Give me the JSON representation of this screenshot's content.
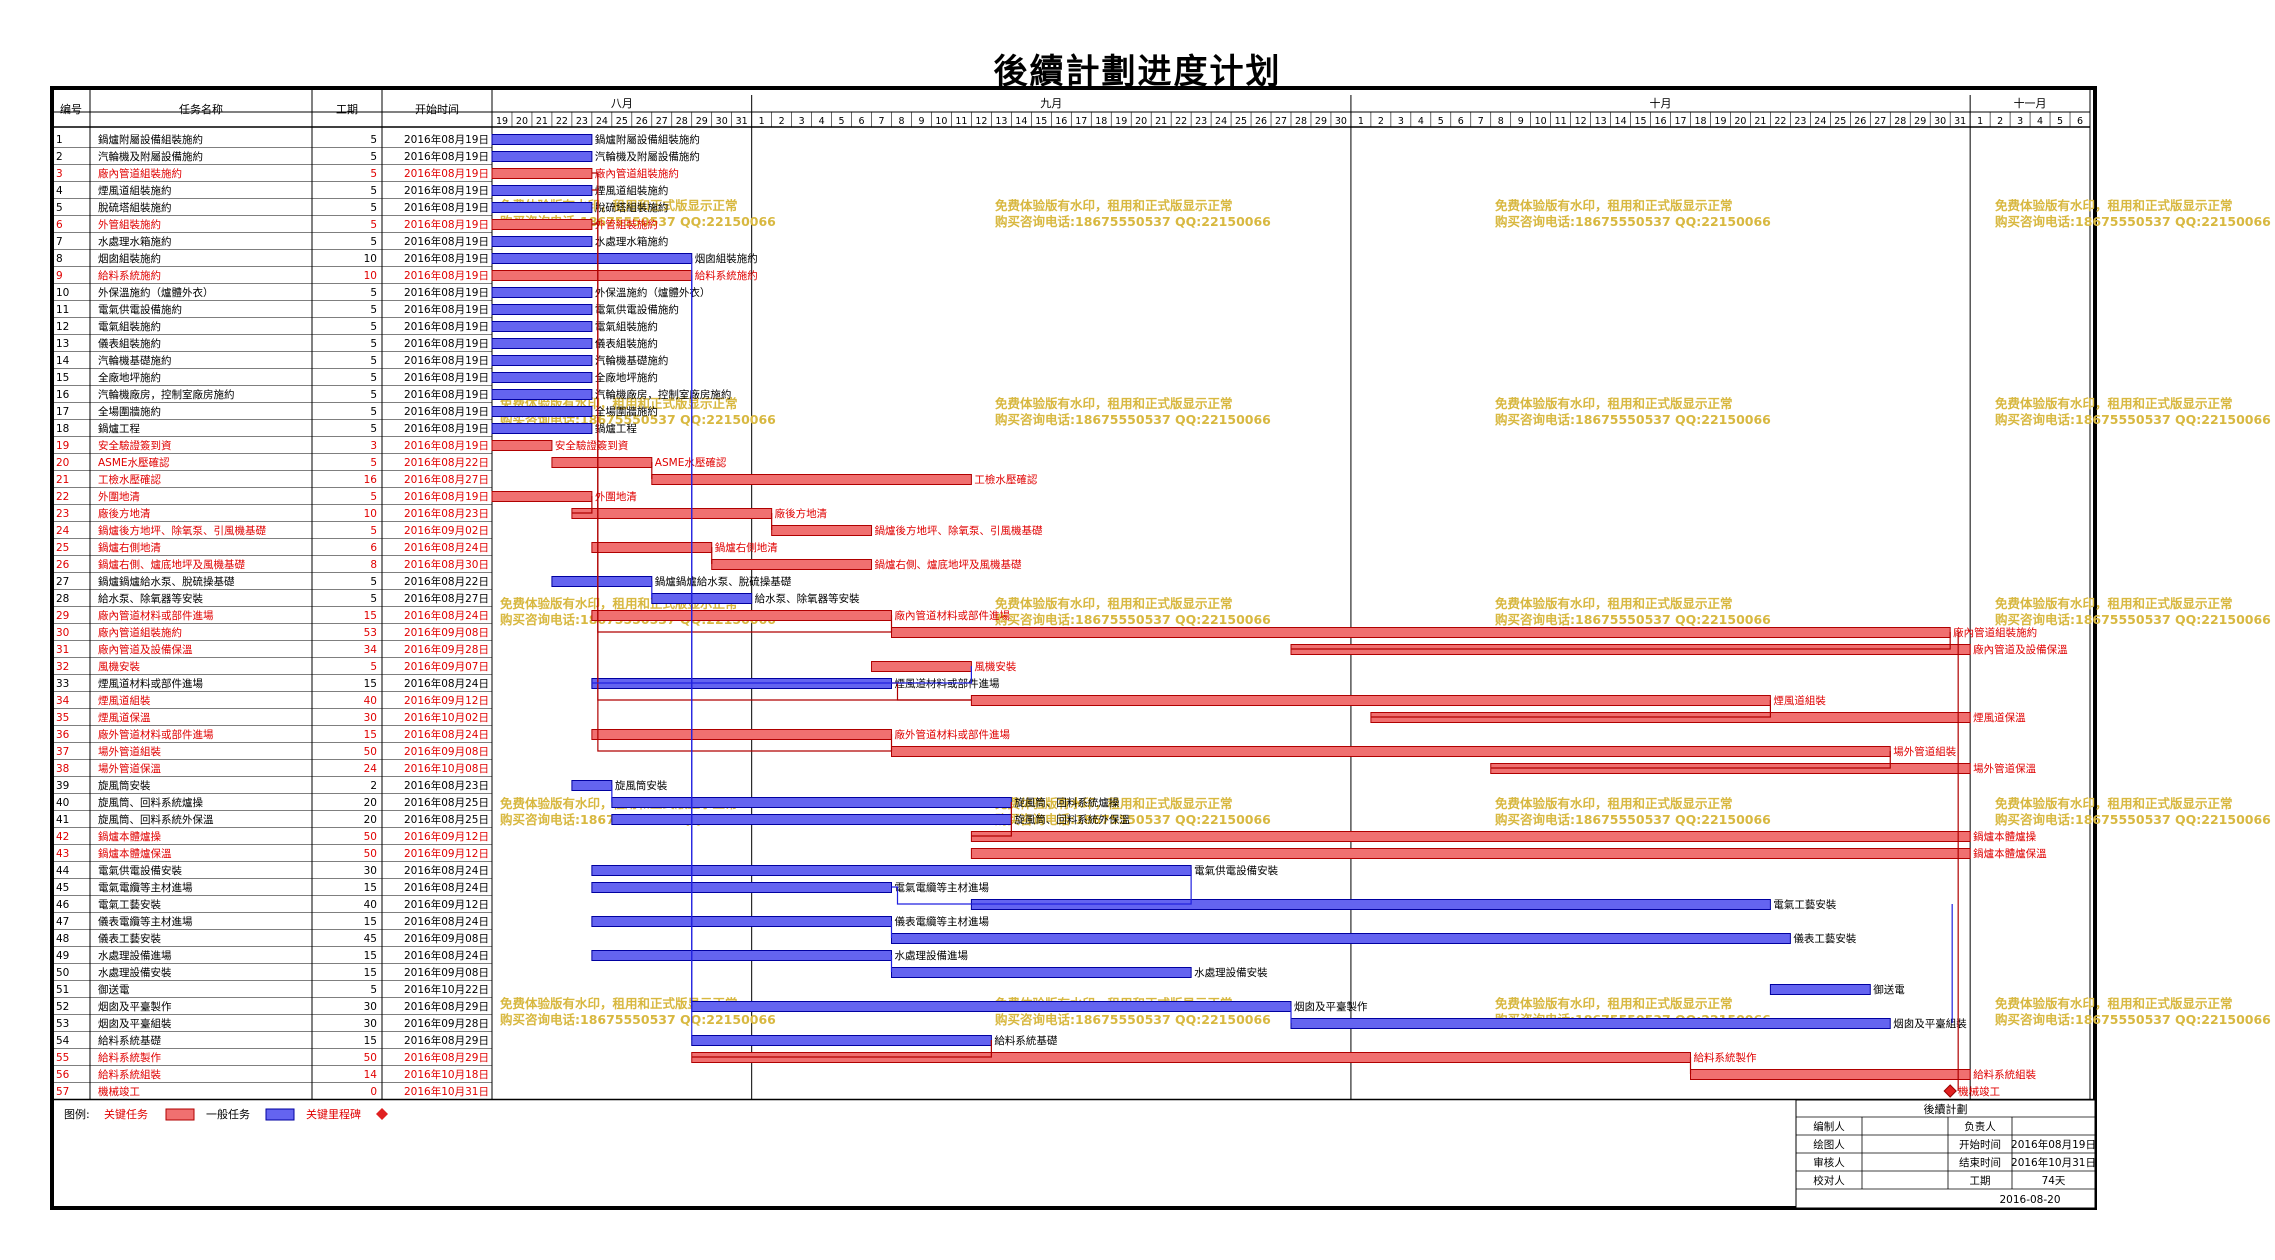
{
  "title": "後續計劃进度计划",
  "chart_data": {
    "type": "gantt",
    "columns": [
      "编号",
      "任务名称",
      "工期",
      "开始时间"
    ],
    "months": [
      {
        "label": "八月",
        "days": [
          19,
          20,
          21,
          22,
          23,
          24,
          25,
          26,
          27,
          28,
          29,
          30,
          31
        ]
      },
      {
        "label": "九月",
        "days": [
          1,
          2,
          3,
          4,
          5,
          6,
          7,
          8,
          9,
          10,
          11,
          12,
          13,
          14,
          15,
          16,
          17,
          18,
          19,
          20,
          21,
          22,
          23,
          24,
          25,
          26,
          27,
          28,
          29,
          30
        ]
      },
      {
        "label": "十月",
        "days": [
          1,
          2,
          3,
          4,
          5,
          6,
          7,
          8,
          9,
          10,
          11,
          12,
          13,
          14,
          15,
          16,
          17,
          18,
          19,
          20,
          21,
          22,
          23,
          24,
          25,
          26,
          27,
          28,
          29,
          30,
          31
        ]
      },
      {
        "label": "十一月",
        "days": [
          1,
          2,
          3,
          4,
          5,
          6
        ]
      }
    ],
    "tasks": [
      {
        "id": "1",
        "name": "鍋爐附屬設備組裝施約",
        "duration": 5,
        "start": "2016年08月19日",
        "critical": false
      },
      {
        "id": "2",
        "name": "汽輪機及附屬設備施約",
        "duration": 5,
        "start": "2016年08月19日",
        "critical": false
      },
      {
        "id": "3",
        "name": "廠內管道組裝施約",
        "duration": 5,
        "start": "2016年08月19日",
        "critical": true
      },
      {
        "id": "4",
        "name": "煙風道組裝施約",
        "duration": 5,
        "start": "2016年08月19日",
        "critical": false
      },
      {
        "id": "5",
        "name": "脫硫塔組裝施約",
        "duration": 5,
        "start": "2016年08月19日",
        "critical": false
      },
      {
        "id": "6",
        "name": "外管組裝施約",
        "duration": 5,
        "start": "2016年08月19日",
        "critical": true
      },
      {
        "id": "7",
        "name": "水處理水箱施約",
        "duration": 5,
        "start": "2016年08月19日",
        "critical": false
      },
      {
        "id": "8",
        "name": "烟囱組裝施約",
        "duration": 10,
        "start": "2016年08月19日",
        "critical": false
      },
      {
        "id": "9",
        "name": "給料系統施約",
        "duration": 10,
        "start": "2016年08月19日",
        "critical": true
      },
      {
        "id": "10",
        "name": "外保溫施約（爐體外衣）",
        "duration": 5,
        "start": "2016年08月19日",
        "critical": false
      },
      {
        "id": "11",
        "name": "電氣供電設備施約",
        "duration": 5,
        "start": "2016年08月19日",
        "critical": false
      },
      {
        "id": "12",
        "name": "電氣組裝施約",
        "duration": 5,
        "start": "2016年08月19日",
        "critical": false
      },
      {
        "id": "13",
        "name": "儀表組裝施約",
        "duration": 5,
        "start": "2016年08月19日",
        "critical": false
      },
      {
        "id": "14",
        "name": "汽輪機基礎施約",
        "duration": 5,
        "start": "2016年08月19日",
        "critical": false
      },
      {
        "id": "15",
        "name": "全廠地坪施約",
        "duration": 5,
        "start": "2016年08月19日",
        "critical": false
      },
      {
        "id": "16",
        "name": "汽輪機廠房，控制室廠房施約",
        "duration": 5,
        "start": "2016年08月19日",
        "critical": false
      },
      {
        "id": "17",
        "name": "全場圍牆施約",
        "duration": 5,
        "start": "2016年08月19日",
        "critical": false
      },
      {
        "id": "18",
        "name": "鍋爐工程",
        "duration": 5,
        "start": "2016年08月19日",
        "critical": false
      },
      {
        "id": "19",
        "name": "安全驗證簽到資",
        "duration": 3,
        "start": "2016年08月19日",
        "critical": true
      },
      {
        "id": "20",
        "name": "ASME水壓確認",
        "duration": 5,
        "start": "2016年08月22日",
        "critical": true
      },
      {
        "id": "21",
        "name": "工檢水壓確認",
        "duration": 16,
        "start": "2016年08月27日",
        "critical": true
      },
      {
        "id": "22",
        "name": "外圍地清",
        "duration": 5,
        "start": "2016年08月19日",
        "critical": true
      },
      {
        "id": "23",
        "name": "廠後方地清",
        "duration": 10,
        "start": "2016年08月23日",
        "critical": true
      },
      {
        "id": "24",
        "name": "鍋爐後方地坪、除氧泵、引風機基礎",
        "duration": 5,
        "start": "2016年09月02日",
        "critical": true
      },
      {
        "id": "25",
        "name": "鍋爐右側地清",
        "duration": 6,
        "start": "2016年08月24日",
        "critical": true
      },
      {
        "id": "26",
        "name": "鍋爐右側、爐底地坪及風機基礎",
        "duration": 8,
        "start": "2016年08月30日",
        "critical": true
      },
      {
        "id": "27",
        "name": "鍋爐鍋爐給水泵、脫硫操基礎",
        "duration": 5,
        "start": "2016年08月22日",
        "critical": false
      },
      {
        "id": "28",
        "name": "給水泵、除氧器等安裝",
        "duration": 5,
        "start": "2016年08月27日",
        "critical": false
      },
      {
        "id": "29",
        "name": "廠內管道材料或部件進場",
        "duration": 15,
        "start": "2016年08月24日",
        "critical": true
      },
      {
        "id": "30",
        "name": "廠內管道組裝施約",
        "duration": 53,
        "start": "2016年09月08日",
        "critical": true
      },
      {
        "id": "31",
        "name": "廠內管道及設備保溫",
        "duration": 34,
        "start": "2016年09月28日",
        "critical": true
      },
      {
        "id": "32",
        "name": "風機安裝",
        "duration": 5,
        "start": "2016年09月07日",
        "critical": true
      },
      {
        "id": "33",
        "name": "煙風道材料或部件進場",
        "duration": 15,
        "start": "2016年08月24日",
        "critical": false
      },
      {
        "id": "34",
        "name": "煙風道組裝",
        "duration": 40,
        "start": "2016年09月12日",
        "critical": true
      },
      {
        "id": "35",
        "name": "煙風道保溫",
        "duration": 30,
        "start": "2016年10月02日",
        "critical": true
      },
      {
        "id": "36",
        "name": "廠外管道材料或部件進場",
        "duration": 15,
        "start": "2016年08月24日",
        "critical": true
      },
      {
        "id": "37",
        "name": "場外管道組裝",
        "duration": 50,
        "start": "2016年09月08日",
        "critical": true
      },
      {
        "id": "38",
        "name": "場外管道保溫",
        "duration": 24,
        "start": "2016年10月08日",
        "critical": true
      },
      {
        "id": "39",
        "name": "旋風筒安裝",
        "duration": 2,
        "start": "2016年08月23日",
        "critical": false
      },
      {
        "id": "40",
        "name": "旋風筒、回料系統爐操",
        "duration": 20,
        "start": "2016年08月25日",
        "critical": false
      },
      {
        "id": "41",
        "name": "旋風筒、回料系統外保溫",
        "duration": 20,
        "start": "2016年08月25日",
        "critical": false
      },
      {
        "id": "42",
        "name": "鍋爐本體爐操",
        "duration": 50,
        "start": "2016年09月12日",
        "critical": true
      },
      {
        "id": "43",
        "name": "鍋爐本體爐保溫",
        "duration": 50,
        "start": "2016年09月12日",
        "critical": true
      },
      {
        "id": "44",
        "name": "電氣供電設備安裝",
        "duration": 30,
        "start": "2016年08月24日",
        "critical": false
      },
      {
        "id": "45",
        "name": "電氣電纜等主材進場",
        "duration": 15,
        "start": "2016年08月24日",
        "critical": false
      },
      {
        "id": "46",
        "name": "電氣工藝安裝",
        "duration": 40,
        "start": "2016年09月12日",
        "critical": false
      },
      {
        "id": "47",
        "name": "儀表電纜等主材進場",
        "duration": 15,
        "start": "2016年08月24日",
        "critical": false
      },
      {
        "id": "48",
        "name": "儀表工藝安裝",
        "duration": 45,
        "start": "2016年09月08日",
        "critical": false
      },
      {
        "id": "49",
        "name": "水處理設備進場",
        "duration": 15,
        "start": "2016年08月24日",
        "critical": false
      },
      {
        "id": "50",
        "name": "水處理設備安裝",
        "duration": 15,
        "start": "2016年09月08日",
        "critical": false
      },
      {
        "id": "51",
        "name": "御送電",
        "duration": 5,
        "start": "2016年10月22日",
        "critical": false
      },
      {
        "id": "52",
        "name": "烟囱及平臺製作",
        "duration": 30,
        "start": "2016年08月29日",
        "critical": false
      },
      {
        "id": "53",
        "name": "烟囱及平臺組裝",
        "duration": 30,
        "start": "2016年09月28日",
        "critical": false
      },
      {
        "id": "54",
        "name": "給料系統基礎",
        "duration": 15,
        "start": "2016年08月29日",
        "critical": false
      },
      {
        "id": "55",
        "name": "給料系統製作",
        "duration": 50,
        "start": "2016年08月29日",
        "critical": true
      },
      {
        "id": "56",
        "name": "給料系統組裝",
        "duration": 14,
        "start": "2016年10月18日",
        "critical": true
      },
      {
        "id": "57",
        "name": "機械竣工",
        "duration": 0,
        "start": "2016年10月31日",
        "critical": true
      }
    ],
    "bar_labels": [
      "鍋爐附屬設備組裝施約",
      "汽輪機及附屬設備施約",
      "廠內管道組裝施約",
      "煙風道組裝施約",
      "脫硫塔組裝施約",
      "外管組裝施約",
      "水處理水箱施約",
      "烟囱組裝施約",
      "給料系統施約",
      "外保溫施約（爐體外衣）",
      "電氣供電設備施約",
      "電氣組裝施約",
      "儀表組裝施約",
      "汽輪機基礎施約",
      "全廠地坪施約",
      "汽輪機廠房，控制室廠房施約",
      "全場圍牆施約",
      "鍋爐工程",
      "安全驗證簽到資",
      "ASME水壓確認",
      "工檢水壓確認",
      "外圍地清",
      "廠後方地清",
      "鍋爐後方地坪、除氧泵、引風機基礎",
      "鍋爐右側地清",
      "鍋爐右側、爐底地坪及風機基礎",
      "鍋爐鍋爐給水泵、脫硫操基礎",
      "給水泵、除氧器等安裝",
      "廠內管道材料或部件進場",
      "廠內管道組裝施約",
      "廠內管道及設備保溫",
      "風機安裝",
      "煙風道材料或部件進場",
      "煙風道組裝",
      "煙風道保溫",
      "廠外管道材料或部件進場",
      "場外管道組裝",
      "場外管道保溫",
      "旋風筒安裝",
      "旋風筒、回料系統爐操",
      "旋風筒、回料系統外保溫",
      "鍋爐本體爐操",
      "鍋爐本體爐保溫",
      "電氣供電設備安裝",
      "電氣電纜等主材進場",
      "電氣工藝安裝",
      "儀表電纜等主材進場",
      "儀表工藝安裝",
      "水處理設備進場",
      "水處理設備安裝",
      "御送電",
      "烟囱及平臺製作",
      "烟囱及平臺組裝",
      "給料系統基礎",
      "給料系統製作",
      "給料系統組裝",
      "機械竣工"
    ],
    "legend": {
      "label": "图例:",
      "items": [
        {
          "text": "关键任务",
          "color": "#f07070"
        },
        {
          "text": "一般任务",
          "color": "#6464f0"
        },
        {
          "text": "关键里程碑",
          "color": "#e02020"
        }
      ]
    },
    "watermark": {
      "line1": "免费体验版有水印，租用和正式版显示正常",
      "line2": "购买咨询电话:18675550537 QQ:22150066"
    },
    "info_block": {
      "title": "後續計劃",
      "rows": [
        [
          "编制人",
          "",
          "负责人",
          ""
        ],
        [
          "绘图人",
          "",
          "开始时间",
          "2016年08月19日"
        ],
        [
          "审核人",
          "",
          "结束时间",
          "2016年10月31日"
        ],
        [
          "校对人",
          "",
          "工期",
          "74天"
        ]
      ],
      "date": "2016-08-20"
    },
    "colors": {
      "critical_fill": "#f07070",
      "critical_stroke": "#b00000",
      "normal_fill": "#6464f0",
      "normal_stroke": "#0000a0",
      "critical_text": "#e00000",
      "normal_text": "#000000",
      "link_line": "#2020e0",
      "watermark": "#d8b840",
      "milestone": "#e02020"
    }
  }
}
